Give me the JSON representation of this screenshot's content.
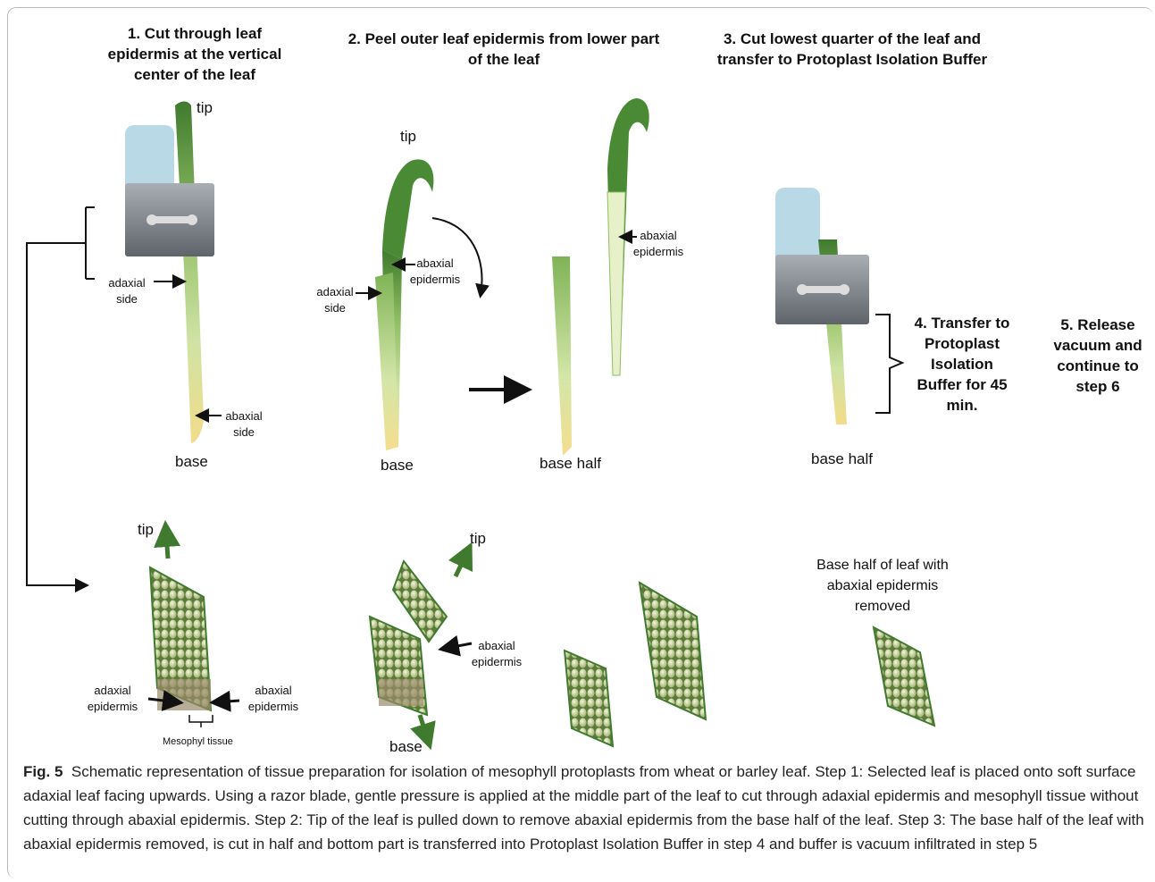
{
  "steps": {
    "step1": [
      "1.     Cut through leaf",
      "epidermis at the vertical",
      "center of the leaf"
    ],
    "step2": [
      "2. Peel outer leaf epidermis from lower part",
      "of the leaf"
    ],
    "step3": [
      "3. Cut lowest quarter of the leaf and",
      "transfer to Protoplast Isolation Buffer"
    ],
    "step4": [
      "4. Transfer to",
      "Protoplast",
      "Isolation",
      "Buffer for 45",
      "min."
    ],
    "step5": [
      "5. Release",
      "vacuum and",
      "continue to",
      "step 6"
    ]
  },
  "labels": {
    "tip": "tip",
    "base": "base",
    "base_half": "base half",
    "adaxial_side": [
      "adaxial",
      "side"
    ],
    "abaxial_side": [
      "abaxial",
      "side"
    ],
    "abaxial_epidermis": [
      "abaxial",
      "epidermis"
    ],
    "adaxial_epidermis": [
      "adaxial",
      "epidermis"
    ],
    "mesophyl_tissue": "Mesophyl tissue",
    "base_half_removed": [
      "Base half of leaf with",
      "abaxial epidermis",
      "removed"
    ]
  },
  "colors": {
    "leaf_dark": "#3f7a2e",
    "leaf_light": "#cfe3a4",
    "leaf_base": "#f2dc8a",
    "blade": "#8a8f96",
    "glove": "#b9d9e6"
  },
  "caption": {
    "fig_label": "Fig. 5",
    "text": "Schematic representation of tissue preparation for isolation of mesophyll protoplasts from wheat or barley leaf. Step 1: Selected leaf is placed onto soft surface adaxial leaf facing upwards. Using a razor blade, gentle pressure is applied at the middle part of the leaf to cut through adaxial epidermis and mesophyll tissue without cutting through abaxial epidermis. Step 2: Tip of the leaf is pulled down to remove abaxial epidermis from the base half of the leaf. Step 3: The base half of the leaf with abaxial epidermis removed, is cut in half and bottom part is transferred into Protoplast Isolation Buffer in step 4 and buffer is vacuum infiltrated in step 5"
  }
}
